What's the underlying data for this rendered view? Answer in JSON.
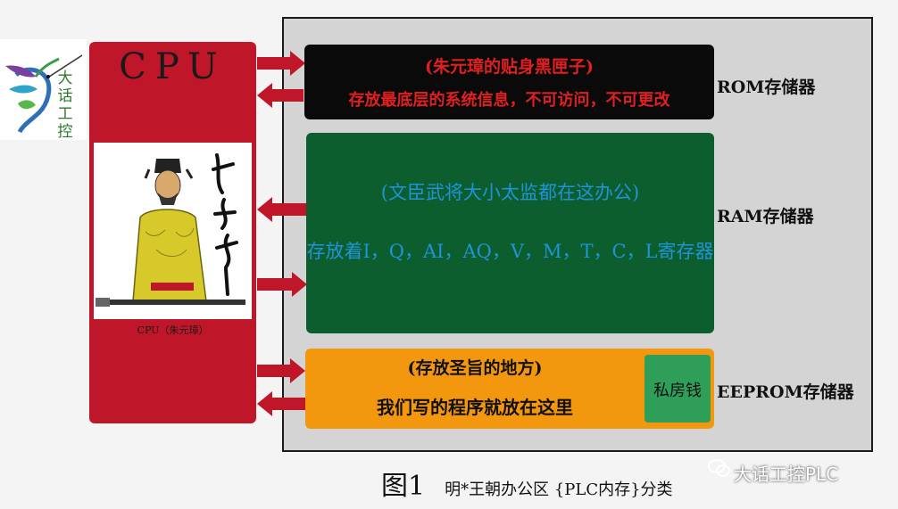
{
  "cpu": {
    "title": "CPU",
    "portrait_caption": "CPU（朱元璋）"
  },
  "logo": {
    "text": "大话工控"
  },
  "rom": {
    "title": "(朱元璋的贴身黑匣子)",
    "description": "存放最底层的系统信息，不可访问，不可更改",
    "label": "ROM存储器"
  },
  "ram": {
    "title": "(文臣武将大小太监都在这办公)",
    "description": "存放着I，Q，AI，AQ，V，M，T，C，L寄存器",
    "label": "RAM存储器"
  },
  "eeprom": {
    "title": "(存放圣旨的地方)",
    "description": "我们写的程序就放在这里",
    "private_label": "私房钱",
    "label": "EEPROM存储器"
  },
  "caption": {
    "figure": "图1",
    "text": "明*王朝办公区 {PLC内存}分类"
  },
  "watermark": {
    "text": "大话工控PLC"
  },
  "colors": {
    "cpu": "#c0162a",
    "rom": "#0a0a0a",
    "ram": "#0d5e2e",
    "eeprom": "#f3970e",
    "private": "#2e9e59",
    "rom_text": "#e02020",
    "ram_text": "#1e93d8",
    "frame": "#d4d4d4"
  }
}
